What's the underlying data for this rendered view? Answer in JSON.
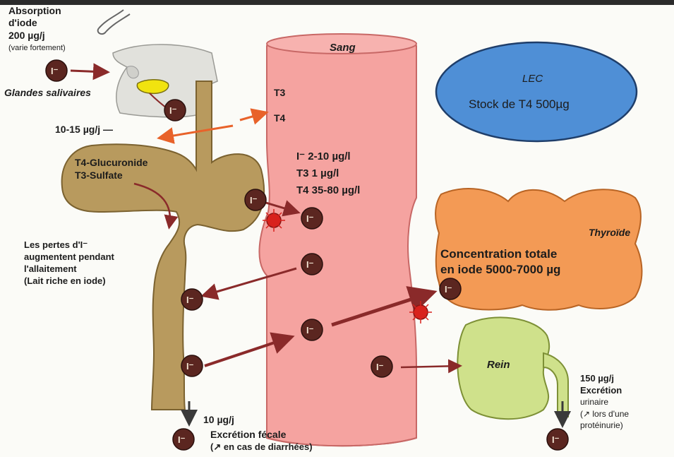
{
  "title_strip": "",
  "absorption": {
    "line1": "Absorption",
    "line2": "d'iode",
    "line3": "200 µg/j",
    "line4": "(varie fortement)"
  },
  "salivary": {
    "label": "Glandes salivaires",
    "flow": "10-15 µg/j —"
  },
  "gut": {
    "line1": "T4-Glucuronide",
    "line2": "T3-Sulfate"
  },
  "blood": {
    "label": "Sang",
    "t3": "T3",
    "t4": "T4",
    "conc_iodide": "I⁻ 2-10 µg/l",
    "conc_t3": "T3 1 µg/l",
    "conc_t4": "T4 35-80 µg/l"
  },
  "lec": {
    "title": "LEC",
    "stock": "Stock de T4 500µg"
  },
  "lactation": {
    "line1": "Les pertes d'I⁻",
    "line2": "augmentent pendant",
    "line3": "l'allaitement",
    "line4": "(Lait riche en iode)"
  },
  "thyroid": {
    "label": "Thyroïde",
    "line1": "Concentration totale",
    "line2": "en iode 5000-7000 µg"
  },
  "kidney": {
    "label": "Rein",
    "flow": "150 µg/j",
    "line1": "Excrétion",
    "line2": "urinaire",
    "line3": "(↗ lors d'une",
    "line4": "protéinurie)"
  },
  "fecal": {
    "flow": "10 µg/j",
    "line1": "Excrétion fécale",
    "line2": "(↗ en cas de diarrhées)"
  },
  "ion_symbol": "I⁻",
  "colors": {
    "blood": "#f5a3a0",
    "gut": "#b89a5e",
    "thyroid": "#f39a55",
    "lec": "#4f8fd6",
    "kidney": "#cfe18b",
    "ion": "#5b2620",
    "arrow": "#8a2a2a",
    "orange_arrow": "#e8622a"
  }
}
